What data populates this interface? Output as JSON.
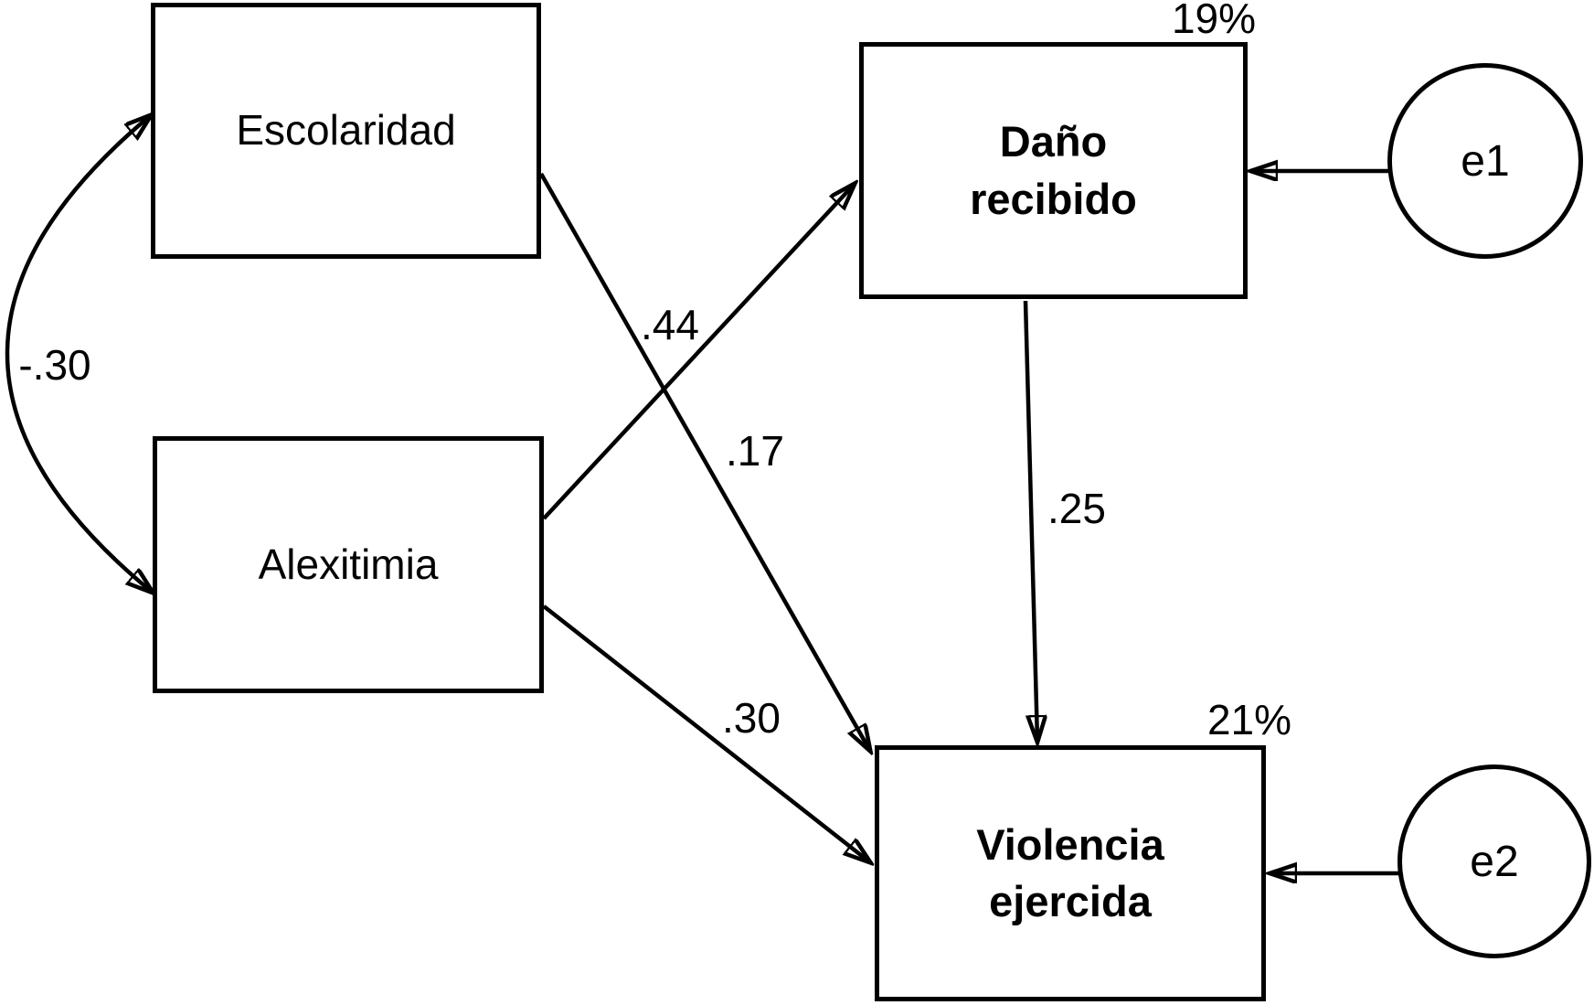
{
  "diagram": {
    "type": "path-diagram",
    "colors": {
      "background": "#ffffff",
      "line": "#000000",
      "text": "#000000"
    },
    "nodes": {
      "escolaridad": {
        "label": "Escolaridad"
      },
      "alexitimia": {
        "label": "Alexitimia"
      },
      "dano_recibido": {
        "line1": "Daño",
        "line2": "recibido",
        "variance": "19%"
      },
      "violencia_ejercida": {
        "line1": "Violencia",
        "line2": "ejercida",
        "variance": "21%"
      },
      "e1": {
        "label": "e1"
      },
      "e2": {
        "label": "e2"
      }
    },
    "coefficients": {
      "cov_escolaridad_alexitimia": "-.30",
      "alexitimia_to_dano_recibido": ".44",
      "escolaridad_to_violencia": ".17",
      "alexitimia_to_violencia": ".30",
      "dano_recibido_to_violencia": ".25"
    }
  }
}
